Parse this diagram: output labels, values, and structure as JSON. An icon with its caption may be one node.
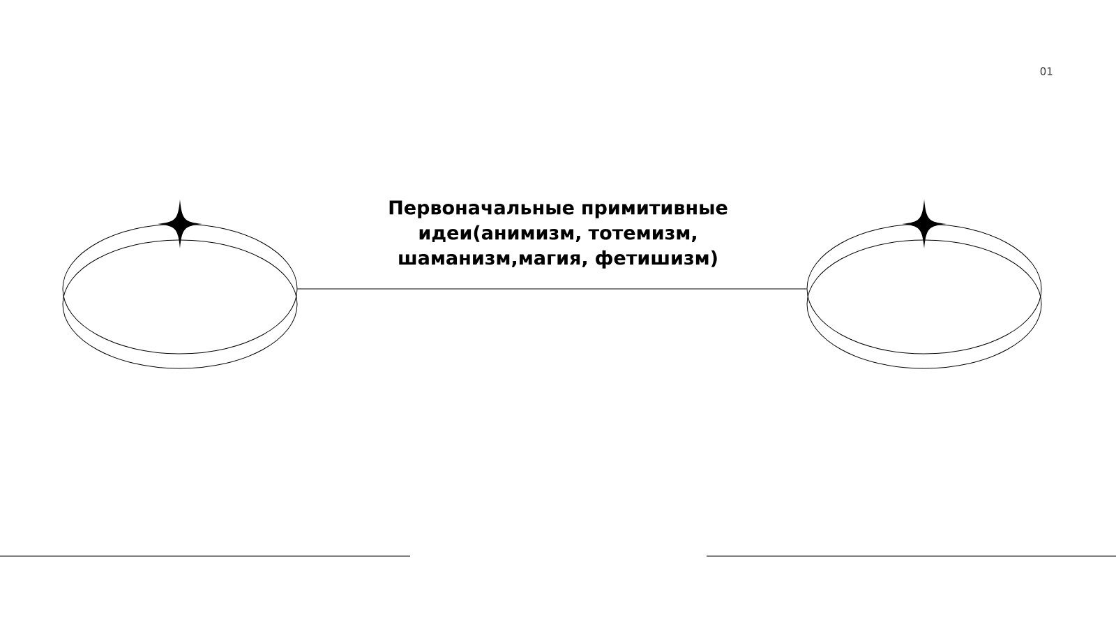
{
  "diagram": {
    "title": "Первоначальные примитивные идеи(анимизм, тотемизм, шаманизм,магия, фетишизм)",
    "nodes": [
      {
        "text": [],
        "shape": "ellipse"
      },
      {
        "text": [],
        "shape": "ellipse"
      }
    ],
    "edges": [
      {
        "from": 0,
        "to": 1,
        "arrow": "none"
      }
    ],
    "labels": [
      "01"
    ]
  }
}
